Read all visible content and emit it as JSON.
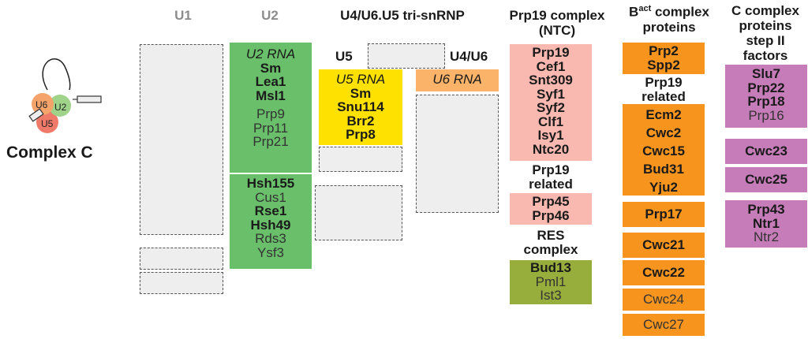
{
  "complex_label": "Complex C",
  "icon": {
    "u6": "U6",
    "u2": "U2",
    "u5": "U5"
  },
  "headers": {
    "u1": "U1",
    "u2": "U2",
    "tri": "U4/U6.U5 tri-snRNP",
    "prp19_line1": "Prp19 complex",
    "prp19_line2": "(NTC)",
    "bact_B": "B",
    "bact_sup": "act",
    "bact_rest": " complex",
    "bact_line2": "proteins",
    "c_line1": "C complex",
    "c_line2": "proteins",
    "c_line3": "step II",
    "c_line4": "factors"
  },
  "sublabels": {
    "u5": "U5",
    "u4u6": "U4/U6"
  },
  "u2_box": {
    "top": [
      "U2 RNA",
      "Sm",
      "Lea1",
      "Msl1",
      "Prp9",
      "Prp11",
      "Prp21"
    ],
    "bottom": [
      "Hsh155",
      "Cus1",
      "Rse1",
      "Hsh49",
      "Rds3",
      "Ysf3"
    ]
  },
  "u5_box": [
    "U5 RNA",
    "Sm",
    "Snu114",
    "Brr2",
    "Prp8"
  ],
  "u6_box": "U6 RNA",
  "ntc_box": [
    "Prp19",
    "Cef1",
    "Snt309",
    "Syf1",
    "Syf2",
    "Clf1",
    "Isy1",
    "Ntc20"
  ],
  "prp19_related_label": [
    "Prp19",
    "related"
  ],
  "prp19_related_box": [
    "Prp45",
    "Prp46"
  ],
  "res_label": [
    "RES",
    "complex"
  ],
  "res_box": [
    "Bud13",
    "Pml1",
    "Ist3"
  ],
  "bact": {
    "box1": [
      "Prp2",
      "Spp2"
    ],
    "related_label": [
      "Prp19",
      "related"
    ],
    "box2": [
      "Ecm2",
      "Cwc2",
      "Cwc15",
      "Bud31",
      "Yju2"
    ],
    "box3": "Prp17",
    "box4": "Cwc21",
    "box5": "Cwc22",
    "box6": "Cwc24",
    "box7": "Cwc27"
  },
  "cfactors": {
    "box1": [
      "Slu7",
      "Prp22",
      "Prp18",
      "Prp16"
    ],
    "box2": "Cwc23",
    "box3": "Cwc25",
    "box4": [
      "Prp43",
      "Ntr1",
      "Ntr2"
    ]
  },
  "colors": {
    "u2": "#6abf6b",
    "u5": "#ffe100",
    "u6": "#fbb36a",
    "ntc": "#f9b8b0",
    "bact": "#f7941d",
    "res": "#98ae3c",
    "cfactors": "#c57cb8",
    "absent": "#eeeeee"
  }
}
